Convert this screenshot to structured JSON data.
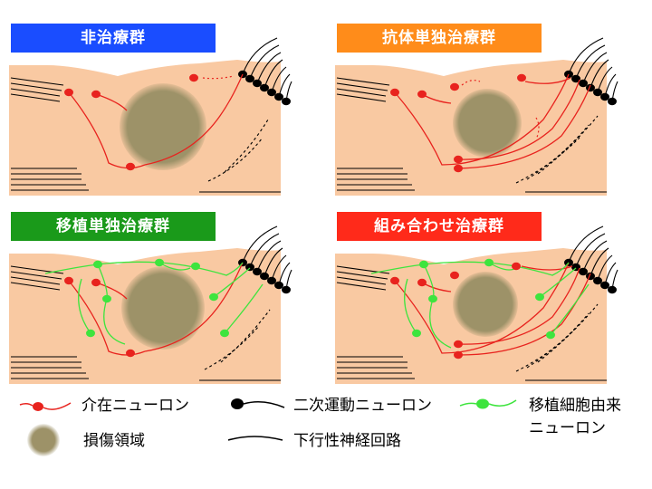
{
  "panels": [
    {
      "title": "非治療群",
      "color": "#1a4dff"
    },
    {
      "title": "抗体単独治療群",
      "color": "#ff8c1a"
    },
    {
      "title": "移植単独治療群",
      "color": "#1a9a1a"
    },
    {
      "title": "組み合わせ治療群",
      "color": "#ff2a1a"
    }
  ],
  "legend": {
    "interneuron": "介在ニューロン",
    "secondary_motor": "二次運動ニューロン",
    "graft_line1": "移植細胞由来",
    "graft_line2": "ニューロン",
    "lesion": "損傷領域",
    "descending": "下行性神経回路"
  },
  "colors": {
    "tissue": "#f9c9a2",
    "lesion": "#9d9268",
    "interneuron": "#e8231e",
    "graft": "#3ee43e",
    "motor": "#000000"
  }
}
